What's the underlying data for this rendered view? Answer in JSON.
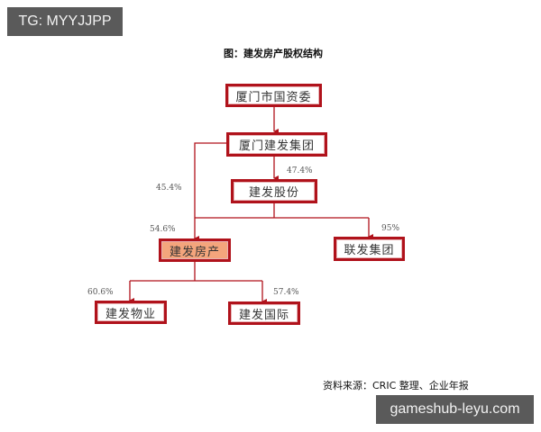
{
  "watermarks": {
    "top": "TG: MYYJJPP",
    "bottom": "gameshub-leyu.com"
  },
  "title": "图：建发房产股权结构",
  "nodes": {
    "xiamen_sasac": "厦门市国资委",
    "cdg_group": "厦门建发集团",
    "cdg_shares": "建发股份",
    "cdg_real_estate": "建发房产",
    "lianfa_group": "联发集团",
    "cdg_property": "建发物业",
    "cdg_international": "建发国际"
  },
  "percentages": {
    "group_to_real_estate": "45.4%",
    "group_to_shares": "47.4%",
    "shares_to_real_estate": "54.6%",
    "shares_to_lianfa": "95%",
    "real_estate_to_property": "60.6%",
    "real_estate_to_international": "57.4%"
  },
  "source": "资料来源：CRIC 整理、企业年报",
  "colors": {
    "border": "#b0121b",
    "highlight_fill": "#f4a57c",
    "line": "#b0121b"
  }
}
